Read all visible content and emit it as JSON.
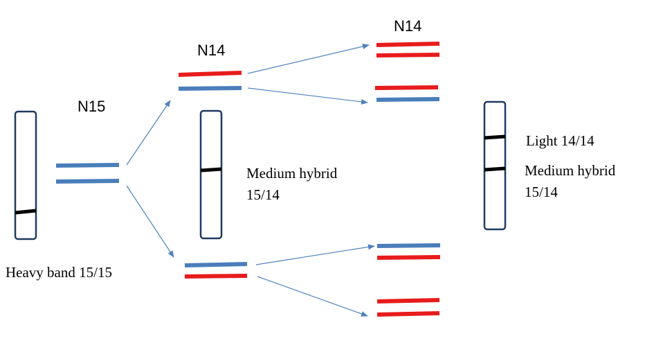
{
  "labels": {
    "n15": "N15",
    "n14_gen1": "N14",
    "n14_gen2": "N14",
    "heavy": "Heavy band 15/15",
    "medium_line1": "Medium hybrid",
    "medium_line2": "15/14",
    "light": "Light 14/14",
    "medium2_line1": "Medium hybrid",
    "medium2_line2": "15/14"
  },
  "colors": {
    "heavy_strand": "#4a7ebb",
    "light_strand": "#e81c1c",
    "band": "#000000",
    "arrow": "#4f81bd",
    "tube_outline": "#1f3a60"
  }
}
